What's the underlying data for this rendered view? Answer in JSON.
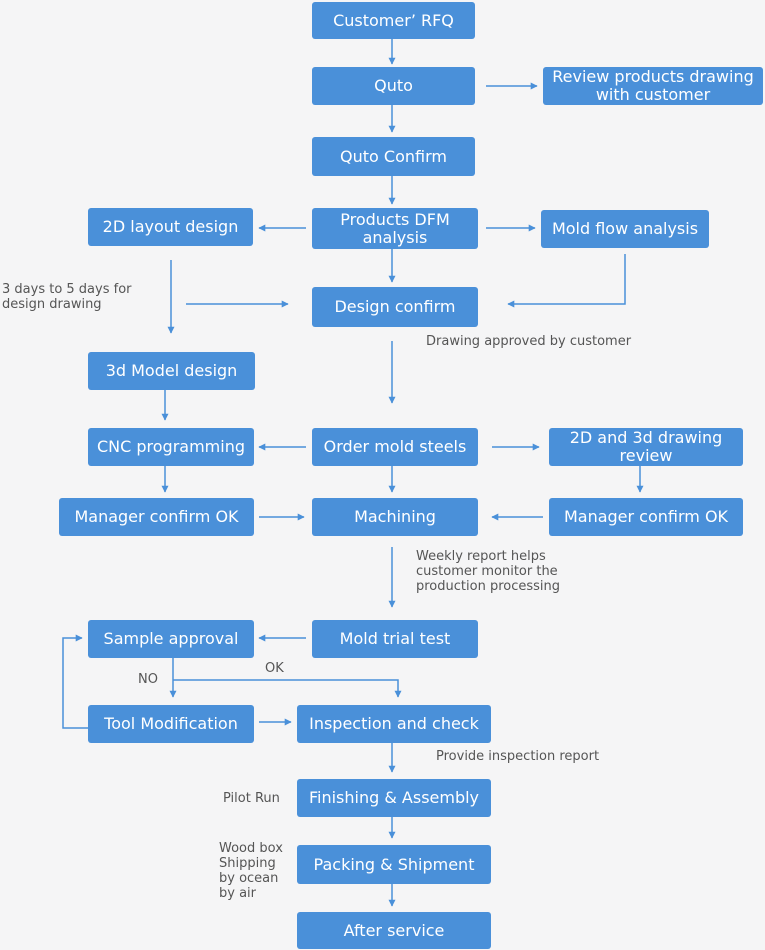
{
  "colors": {
    "box": "#4a90d9",
    "line": "#4a90d9",
    "text": "#555555",
    "background": "#f5f5f6"
  },
  "nodes": {
    "customer_rfq": "Customer’ RFQ",
    "quto": "Quto",
    "review_drawing": "Review  products drawing\nwith customer",
    "quto_confirm": "Quto Confirm",
    "layout_2d": "2D layout design",
    "dfm": "Products DFM\nanalysis",
    "mold_flow": "Mold flow analysis",
    "design_confirm": "Design confirm",
    "model_3d": "3d Model design",
    "cnc": "CNC  programming",
    "order_steels": "Order mold steels",
    "drawing_review": "2D and 3d drawing\nreview",
    "manager_left": "Manager confirm OK",
    "machining": "Machining",
    "manager_right": "Manager  confirm OK",
    "sample_approval": "Sample  approval",
    "mold_trial": "Mold trial test",
    "tool_mod": "Tool Modification",
    "inspection": "Inspection and check",
    "finishing": "Finishing & Assembly",
    "packing": "Packing & Shipment",
    "after_service": "After service"
  },
  "notes": {
    "design_days": "3 days to 5 days  for\ndesign drawing",
    "drawing_approved": "Drawing approved by customer",
    "weekly_report": "Weekly report helps\ncustomer monitor  the\nproduction processing",
    "no": "NO",
    "ok": "OK",
    "inspection_report": "Provide inspection report",
    "pilot_run": "Pilot Run",
    "shipping": "Wood box\nShipping\nby ocean\nby air"
  }
}
